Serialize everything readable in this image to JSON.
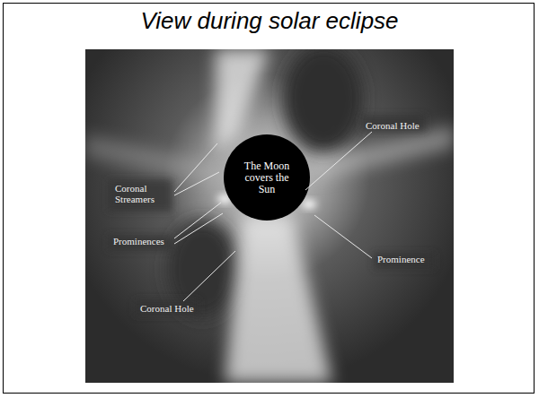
{
  "diagram": {
    "title": "View during solar eclipse",
    "nodes": [
      {
        "text": [
          "The Moon covers the Sun"
        ]
      }
    ],
    "labels": [
      "Coronal Hole",
      "Coronal Streamers",
      "Prominences",
      "Prominence",
      "Coronal Hole"
    ]
  }
}
